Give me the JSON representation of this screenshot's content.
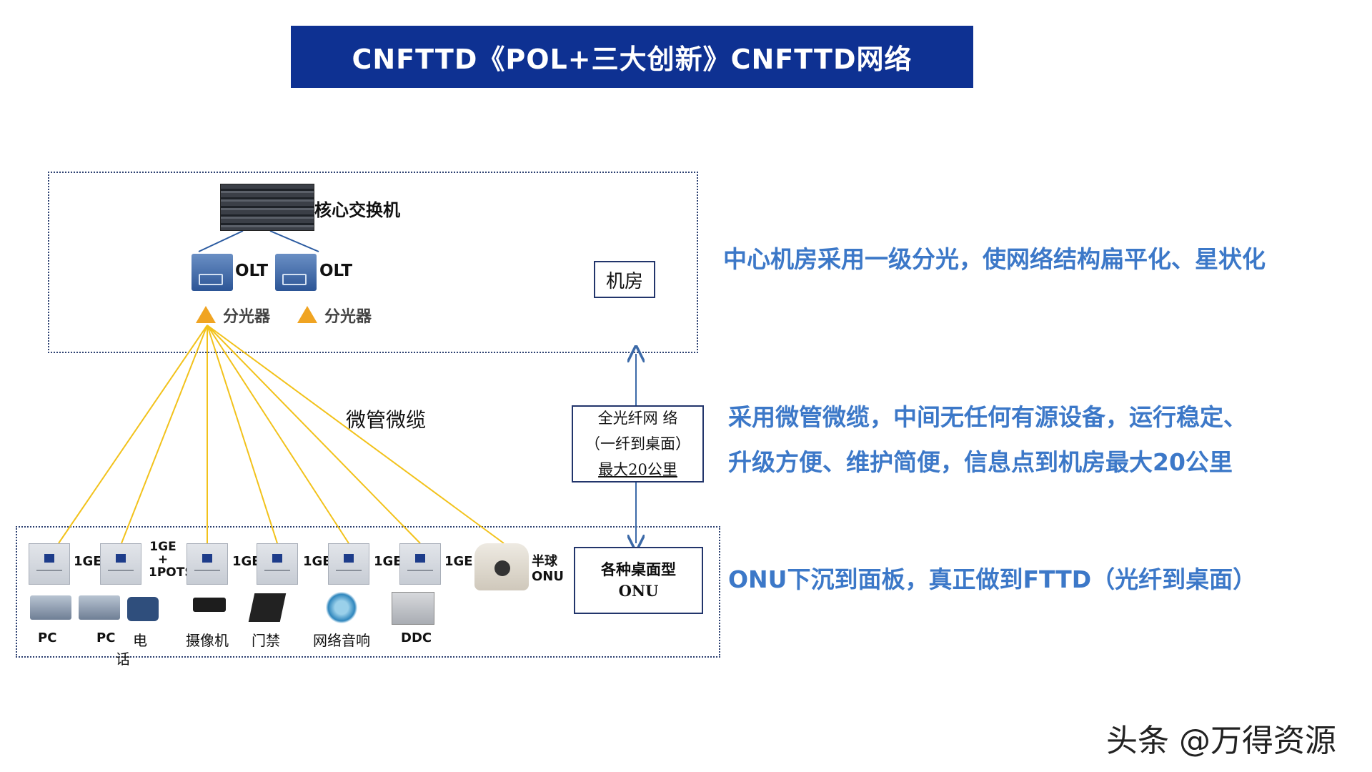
{
  "title": "CNFTTD《POL+三大创新》CNFTTD网络",
  "core_switch_label": "核心交换机",
  "olt_labels": [
    "OLT",
    "OLT"
  ],
  "splitter_labels": [
    "分光器",
    "分光器"
  ],
  "room_label": "机房",
  "cable_label": "微管微缆",
  "fiber_box": {
    "line1": "全光纤网 络",
    "line2": "（一纤到桌面）",
    "line3": "最大20公里"
  },
  "onu_box": {
    "line1": "各种桌面型",
    "line2": "ONU"
  },
  "port_labels": {
    "ge1": "1GE",
    "ge_pots_line1": "1GE",
    "ge_pots_line2": "+",
    "ge_pots_line3": "1POTS",
    "ge3": "1GE",
    "ge4": "1GE",
    "ge5": "1GE",
    "ge6": "1GE",
    "dome_line1": "半球",
    "dome_line2": "ONU"
  },
  "devices": {
    "pc1": "PC",
    "pc2": "PC",
    "phone_line1": "电",
    "phone_line2": "话",
    "camera": "摄像机",
    "access": "门禁",
    "audio": "网络音响",
    "ddc": "DDC"
  },
  "right_texts": {
    "t1": "中心机房采用一级分光，使网络结构扁平化、星状化",
    "t2": "采用微管微缆，中间无任何有源设备，运行稳定、",
    "t3": "升级方便、维护简便，信息点到机房最大20公里",
    "t4": "ONU下沉到面板，真正做到FTTD（光纤到桌面）"
  },
  "watermark": "头条 @万得资源",
  "colors": {
    "banner": "#0e3192",
    "accent_text": "#3c78c8",
    "fiber_line": "#f2c21b",
    "splitter": "#f0a422"
  }
}
